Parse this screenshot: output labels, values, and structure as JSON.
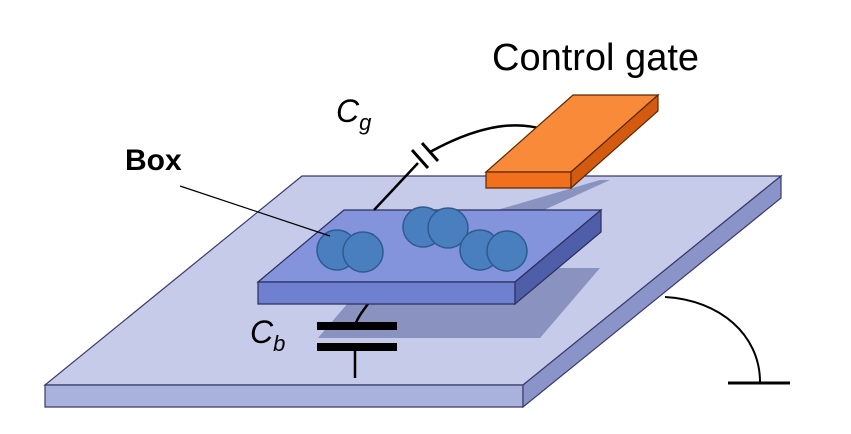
{
  "labels": {
    "control_gate": "Control gate",
    "box": "Box",
    "cg_main": "C",
    "cg_sub": "g",
    "cb_main": "C",
    "cb_sub": "b"
  },
  "colors": {
    "substrate_top": "#c5cbe8",
    "substrate_front": "#a9b2dd",
    "substrate_side": "#8a94c8",
    "box_top": "#8494dc",
    "box_front": "#6f80d0",
    "box_side": "#4f5ea8",
    "shadow": "#7f8ab8",
    "gate_top": "#f98a3a",
    "gate_front": "#f26f1d",
    "gate_side": "#d45a10",
    "particle": "#4a7fbf",
    "particle_stroke": "#2e5a90"
  }
}
